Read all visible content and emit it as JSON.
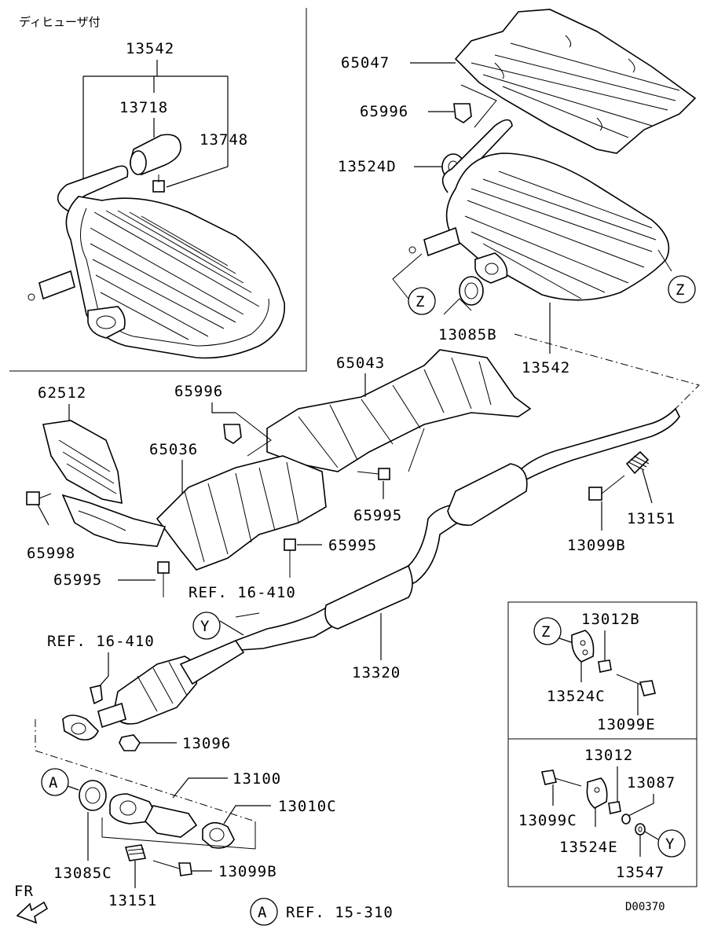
{
  "inset_title": "ディヒューザ付",
  "labels": {
    "p13542_inset": "13542",
    "p13718": "13718",
    "p13748": "13748",
    "p65047": "65047",
    "p65996_top": "65996",
    "p13524D": "13524D",
    "p13085B": "13085B",
    "p13542": "13542",
    "p65043": "65043",
    "p62512": "62512",
    "p65996": "65996",
    "p65036": "65036",
    "p65995_a": "65995",
    "p65995_b": "65995",
    "p65995_c": "65995",
    "p65998": "65998",
    "p13151_a": "13151",
    "p13099B_a": "13099B",
    "ref16_410_a": "REF. 16-410",
    "ref16_410_b": "REF. 16-410",
    "p13320": "13320",
    "p13096": "13096",
    "p13100": "13100",
    "p13010C": "13010C",
    "p13085C": "13085C",
    "p13099B_b": "13099B",
    "p13151_b": "13151",
    "ref15_310": "REF. 15-310",
    "p13012B": "13012B",
    "p13524C": "13524C",
    "p13099E": "13099E",
    "p13012": "13012",
    "p13087": "13087",
    "p13099C": "13099C",
    "p13524E": "13524E",
    "p13547": "13547"
  },
  "markers": {
    "z1": "Z",
    "z2": "Z",
    "z3": "Z",
    "y1": "Y",
    "y2": "Y",
    "a1": "A",
    "a2": "A"
  },
  "direction_label": "FR",
  "diagram_code": "D00370"
}
